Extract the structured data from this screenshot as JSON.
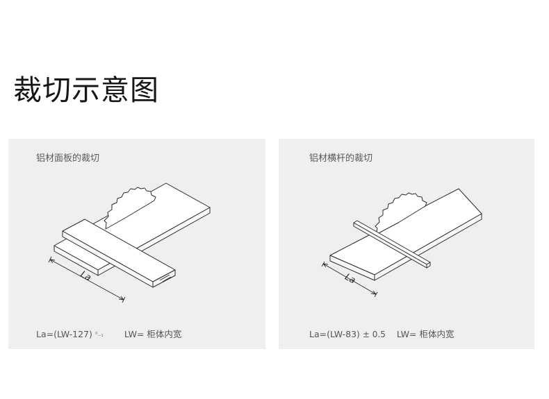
{
  "page": {
    "title": "裁切示意图"
  },
  "panels": [
    {
      "caption": "铝材面板的裁切",
      "formula_main": "La=(LW-127)",
      "formula_tolerance": "⁰₋₁",
      "formula_lw": "LW= 柜体内宽",
      "dimension_label": "La"
    },
    {
      "caption": "铝材横杆的裁切",
      "formula_main": "La=(LW-83)",
      "formula_tolerance": "± 0.5",
      "formula_lw": "LW= 柜体内宽",
      "dimension_label": "La"
    }
  ]
}
